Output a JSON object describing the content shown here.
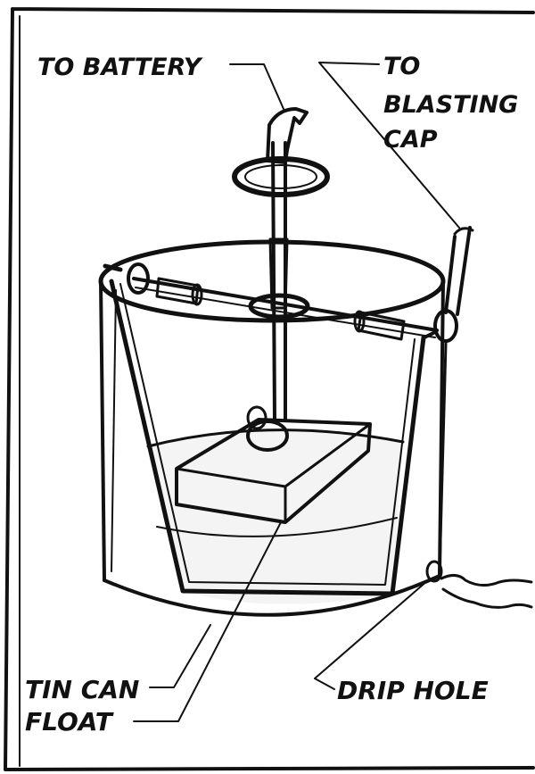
{
  "labels": {
    "to_battery": "TO BATTERY",
    "to_blasting_cap_line1": "TO",
    "to_blasting_cap_line2": "BLASTING",
    "to_blasting_cap_line3": "CAP",
    "tin_can": "TIN CAN",
    "float": "FLOAT",
    "drip_hole": "DRIP HOLE"
  },
  "colors": {
    "ink": "#111111",
    "paper": "#ffffff",
    "water": "#f4f4f4"
  }
}
